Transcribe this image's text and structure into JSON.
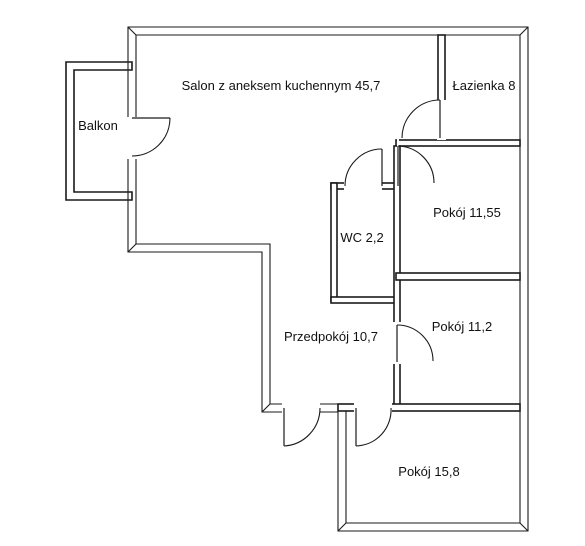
{
  "rooms": {
    "salon": "Salon z aneksem kuchennym 45,7",
    "lazienka": "Łazienka 8",
    "balkon": "Balkon",
    "wc": "WC 2,2",
    "pokoj1": "Pokój 11,55",
    "pokoj2": "Pokój 11,2",
    "przedpokoj": "Przedpokój 10,7",
    "pokoj3": "Pokój 15,8"
  }
}
